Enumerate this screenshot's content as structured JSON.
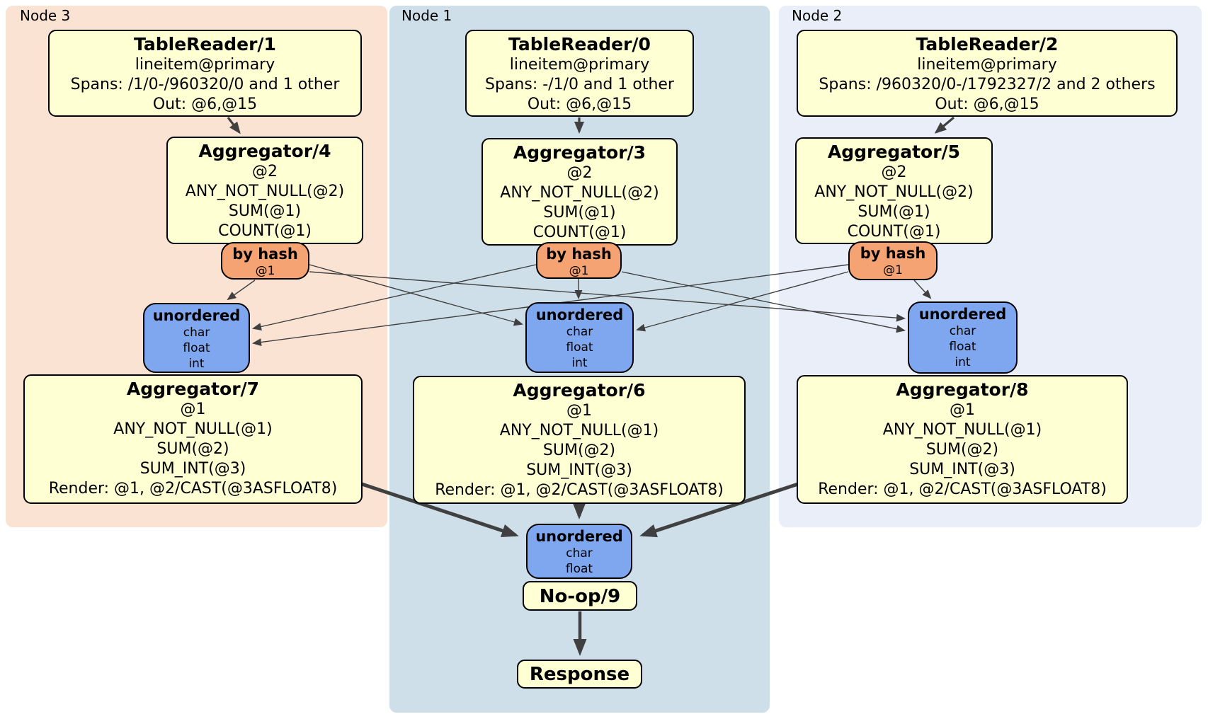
{
  "diagram": {
    "panels": {
      "node3": {
        "label": "Node 3",
        "bg": "#fbe3d4"
      },
      "node1": {
        "label": "Node 1",
        "bg": "#cedfe9"
      },
      "node2": {
        "label": "Node 2",
        "bg": "#e9eef8"
      }
    },
    "colors": {
      "processor_fill": "#ffffd4",
      "router_fill": "#f6a374",
      "sync_fill": "#7fa7f0",
      "edge": "#404040",
      "border": "#000000"
    },
    "boxes": {
      "tr1": {
        "title": "TableReader/1",
        "lines": [
          "lineitem@primary",
          "Spans: /1/0-/960320/0 and 1 other",
          "Out: @6,@15"
        ]
      },
      "tr0": {
        "title": "TableReader/0",
        "lines": [
          "lineitem@primary",
          "Spans: -/1/0 and 1 other",
          "Out: @6,@15"
        ]
      },
      "tr2": {
        "title": "TableReader/2",
        "lines": [
          "lineitem@primary",
          "Spans: /960320/0-/1792327/2 and 2 others",
          "Out: @6,@15"
        ]
      },
      "agg4": {
        "title": "Aggregator/4",
        "lines": [
          "@2",
          "ANY_NOT_NULL(@2)",
          "SUM(@1)",
          "COUNT(@1)"
        ]
      },
      "agg3": {
        "title": "Aggregator/3",
        "lines": [
          "@2",
          "ANY_NOT_NULL(@2)",
          "SUM(@1)",
          "COUNT(@1)"
        ]
      },
      "agg5": {
        "title": "Aggregator/5",
        "lines": [
          "@2",
          "ANY_NOT_NULL(@2)",
          "SUM(@1)",
          "COUNT(@1)"
        ]
      },
      "agg7": {
        "title": "Aggregator/7",
        "lines": [
          "@1",
          "ANY_NOT_NULL(@1)",
          "SUM(@2)",
          "SUM_INT(@3)",
          "Render: @1, @2/CAST(@3ASFLOAT8)"
        ]
      },
      "agg6": {
        "title": "Aggregator/6",
        "lines": [
          "@1",
          "ANY_NOT_NULL(@1)",
          "SUM(@2)",
          "SUM_INT(@3)",
          "Render: @1, @2/CAST(@3ASFLOAT8)"
        ]
      },
      "agg8": {
        "title": "Aggregator/8",
        "lines": [
          "@1",
          "ANY_NOT_NULL(@1)",
          "SUM(@2)",
          "SUM_INT(@3)",
          "Render: @1, @2/CAST(@3ASFLOAT8)"
        ]
      },
      "noop": {
        "title": "No-op/9"
      },
      "response": {
        "title": "Response"
      }
    },
    "router": {
      "title": "by hash",
      "arg": "@1"
    },
    "sync": {
      "title": "unordered",
      "hash_types": [
        "char",
        "float",
        "int"
      ],
      "final_types": [
        "char",
        "float"
      ]
    }
  }
}
